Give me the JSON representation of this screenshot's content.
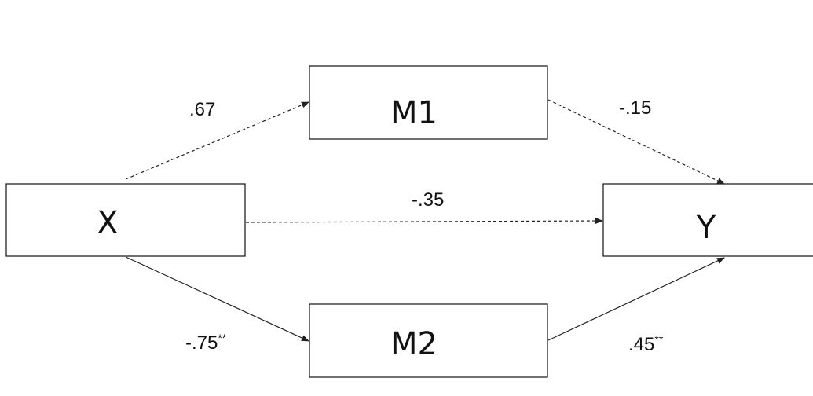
{
  "nodes": {
    "x": "X",
    "m1": "M1",
    "m2": "M2",
    "y": "Y"
  },
  "paths": {
    "x_to_m1": {
      "coefficient": ".67",
      "significance": "",
      "line_style": "dashed"
    },
    "m1_to_y": {
      "coefficient": "-.15",
      "significance": "",
      "line_style": "dashed"
    },
    "x_to_y": {
      "coefficient": "-.35",
      "significance": "",
      "line_style": "dashed"
    },
    "x_to_m2": {
      "coefficient": "-.75",
      "significance": "**",
      "line_style": "solid"
    },
    "m2_to_y": {
      "coefficient": ".45",
      "significance": "**",
      "line_style": "solid"
    }
  }
}
